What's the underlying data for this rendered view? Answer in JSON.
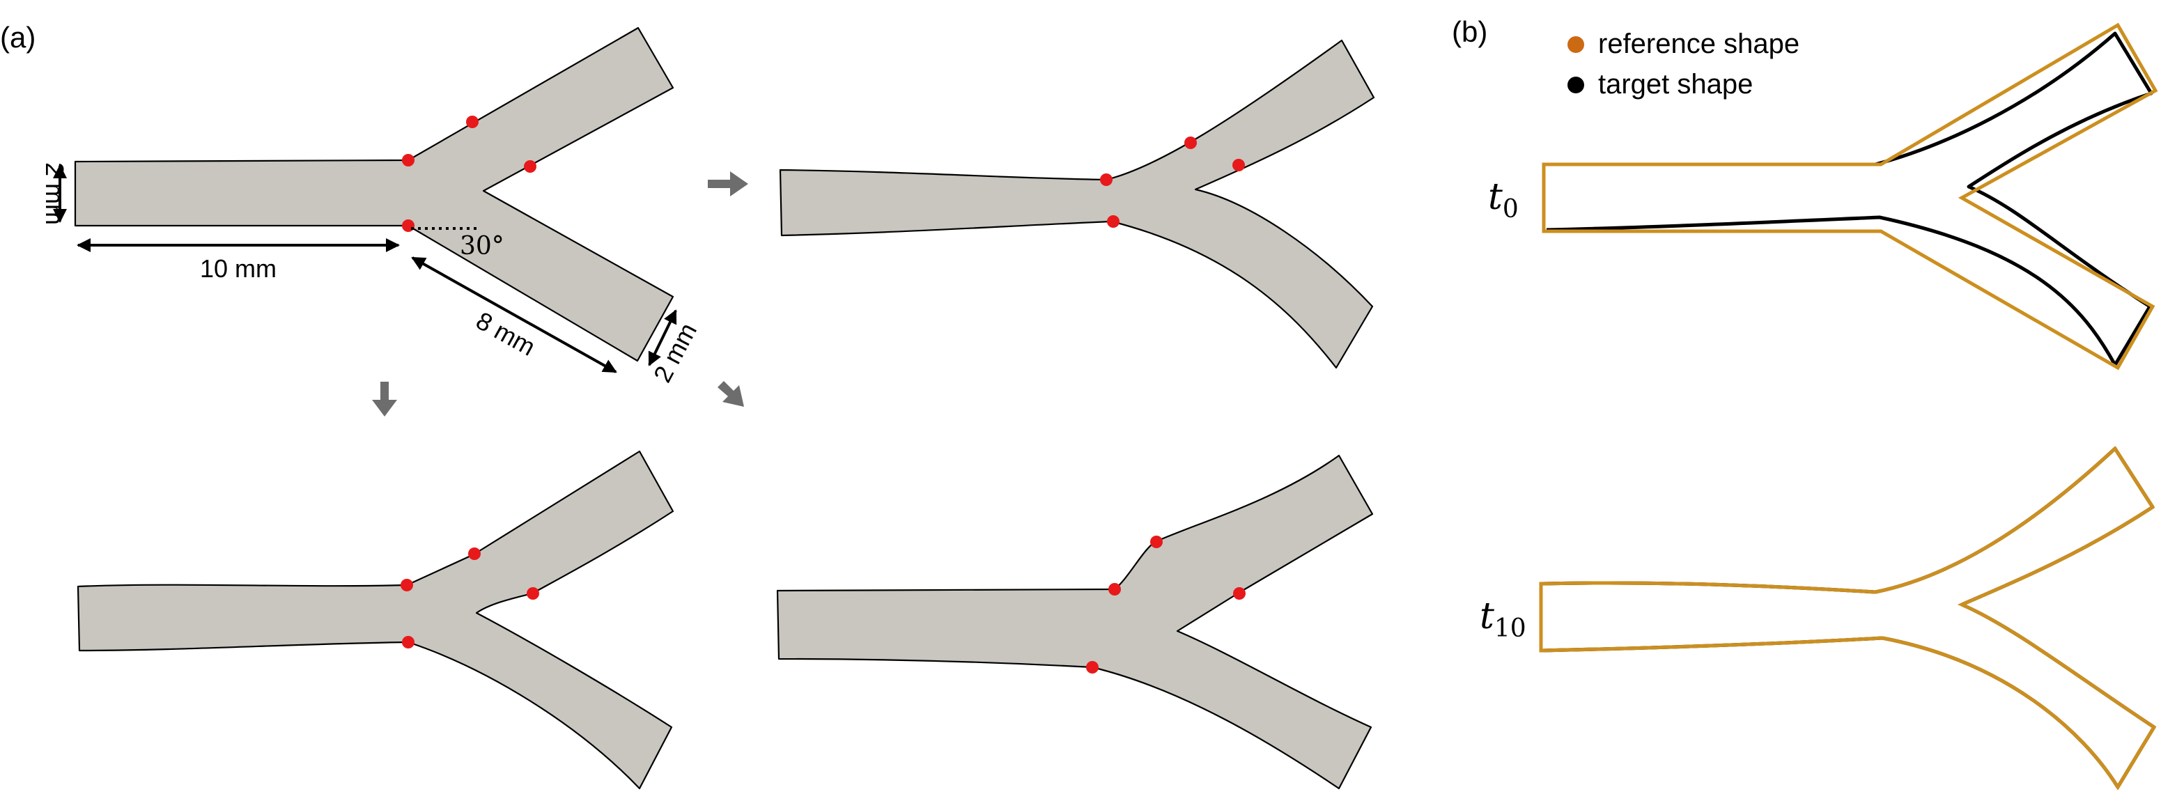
{
  "panel_a": {
    "label": "(a)",
    "dimensions": {
      "width_left": "2 mm",
      "length_trunk": "10 mm",
      "length_branch": "8 mm",
      "width_branch": "2 mm",
      "angle": "30°"
    }
  },
  "panel_b": {
    "label": "(b)",
    "legend": [
      {
        "label": "reference shape",
        "color": "#cc8f1f"
      },
      {
        "label": "target shape",
        "color": "#000000"
      }
    ],
    "time_labels": [
      {
        "base": "t",
        "sub": "0"
      },
      {
        "base": "t",
        "sub": "10"
      }
    ]
  },
  "colors": {
    "shape_fill": "#c8c6bf",
    "marker": "#e8191a",
    "arrow": "#6d6d6d"
  }
}
